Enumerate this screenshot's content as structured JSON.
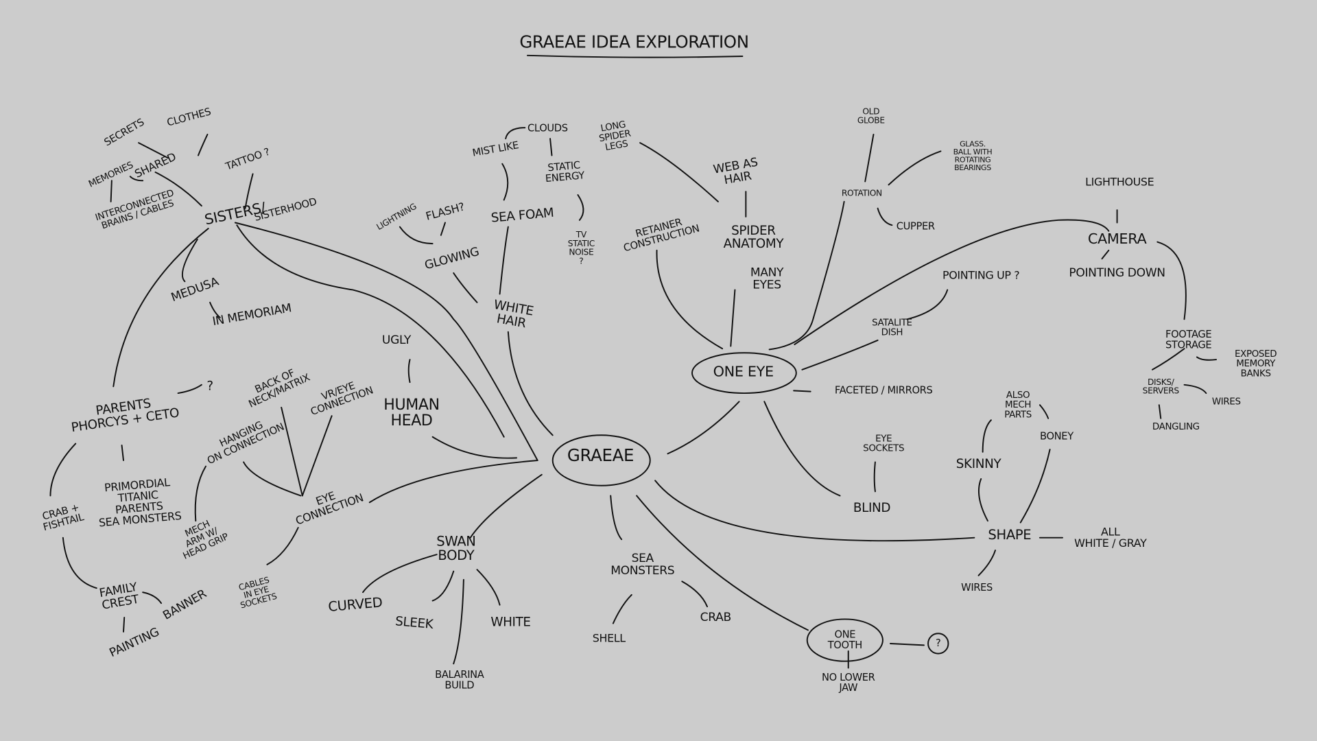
{
  "title": "GRAEAE IDEA EXPLORATION",
  "nodes": {
    "graeae": [
      "GRAEAE"
    ],
    "sisters": [
      "SISTERS/"
    ],
    "sisterhood": [
      "SISTERHOOD"
    ],
    "shared": [
      "SHARED"
    ],
    "secrets": [
      "SECRETS"
    ],
    "clothes": [
      "CLOTHES"
    ],
    "memories": [
      "MEMORIES"
    ],
    "interconnected": [
      "INTERCONNECTED",
      "BRAINS / CABLES"
    ],
    "tattoo": [
      "TATTOO ?"
    ],
    "medusa": [
      "MEDUSA"
    ],
    "in_memoriam": [
      "IN MEMORIAM"
    ],
    "parents": [
      "PARENTS",
      "PHORCYS + CETO"
    ],
    "parents_q": [
      "?"
    ],
    "primordial": [
      "PRIMORDIAL",
      "TITANIC",
      "PARENTS",
      "SEA MONSTERS"
    ],
    "crab_fishtail": [
      "CRAB +",
      "FISHTAIL"
    ],
    "family_crest": [
      "FAMILY",
      "CREST"
    ],
    "banner": [
      "BANNER"
    ],
    "painting": [
      "PAINTING"
    ],
    "hanging": [
      "HANGING",
      "ON CONNECTION"
    ],
    "back_of_neck": [
      "BACK OF",
      "NECK/MATRIX"
    ],
    "vr_eye": [
      "VR/EYE",
      "CONNECTION"
    ],
    "eye_connection": [
      "EYE",
      "CONNECTION"
    ],
    "mech_arm": [
      "MECH",
      "ARM W/",
      "HEAD GRIP"
    ],
    "cables_sockets": [
      "CABLES",
      "IN EYE",
      "SOCKETS"
    ],
    "ugly": [
      "UGLY"
    ],
    "human_head": [
      "HUMAN",
      "HEAD"
    ],
    "lightning": [
      "LIGHTNING"
    ],
    "flash": [
      "FLASH?"
    ],
    "glowing": [
      "GLOWING"
    ],
    "mist_like": [
      "MIST LIKE"
    ],
    "clouds": [
      "CLOUDS"
    ],
    "static_energy": [
      "STATIC",
      "ENERGY"
    ],
    "sea_foam": [
      "SEA FOAM"
    ],
    "tv_static": [
      "TV",
      "STATIC",
      "NOISE",
      "?"
    ],
    "white_hair": [
      "WHITE",
      "HAIR"
    ],
    "swan_body": [
      "SWAN",
      "BODY"
    ],
    "curved": [
      "CURVED"
    ],
    "sleek": [
      "SLEEK"
    ],
    "white": [
      "WHITE"
    ],
    "balarina": [
      "BALARINA",
      "BUILD"
    ],
    "sea_monsters": [
      "SEA",
      "MONSTERS"
    ],
    "shell": [
      "SHELL"
    ],
    "crab": [
      "CRAB"
    ],
    "one_tooth": [
      "ONE",
      "TOOTH"
    ],
    "tooth_q": [
      "?"
    ],
    "no_lower_jaw": [
      "NO LOWER",
      "JAW"
    ],
    "one_eye": [
      "ONE EYE"
    ],
    "long_spider_legs": [
      "LONG",
      "SPIDER",
      "LEGS"
    ],
    "web_as_hair": [
      "WEB AS",
      "HAIR"
    ],
    "spider_anatomy": [
      "SPIDER",
      "ANATOMY"
    ],
    "many_eyes": [
      "MANY",
      "EYES"
    ],
    "retainer": [
      "RETAINER",
      "CONSTRUCTION"
    ],
    "old_globe": [
      "OLD",
      "GLOBE"
    ],
    "rotation": [
      "ROTATION"
    ],
    "glass_ball": [
      "GLASS.",
      "BALL WITH",
      "ROTATING",
      "BEARINGS"
    ],
    "cupper": [
      "CUPPER"
    ],
    "lighthouse": [
      "LIGHTHOUSE"
    ],
    "camera": [
      "CAMERA"
    ],
    "pointing_down": [
      "POINTING DOWN"
    ],
    "pointing_up": [
      "POINTING UP ?"
    ],
    "satalite_dish": [
      "SATALITE",
      "DISH"
    ],
    "footage": [
      "FOOTAGE",
      "STORAGE"
    ],
    "exposed": [
      "EXPOSED",
      "MEMORY",
      "BANKS"
    ],
    "disks": [
      "DISKS/",
      "SERVERS"
    ],
    "wires_disks": [
      "WIRES"
    ],
    "dangling": [
      "DANGLING"
    ],
    "faceted": [
      "FACETED / MIRRORS"
    ],
    "eye_sockets": [
      "EYE",
      "SOCKETS"
    ],
    "blind": [
      "BLIND"
    ],
    "shape": [
      "SHAPE"
    ],
    "skinny": [
      "SKINNY"
    ],
    "also_mech": [
      "ALSO",
      "MECH",
      "PARTS"
    ],
    "boney": [
      "BONEY"
    ],
    "all_white": [
      "ALL",
      "WHITE / GRAY"
    ],
    "wires_shape": [
      "WIRES"
    ]
  },
  "colors": {
    "background": "#cccccc",
    "ink": "#111111"
  }
}
